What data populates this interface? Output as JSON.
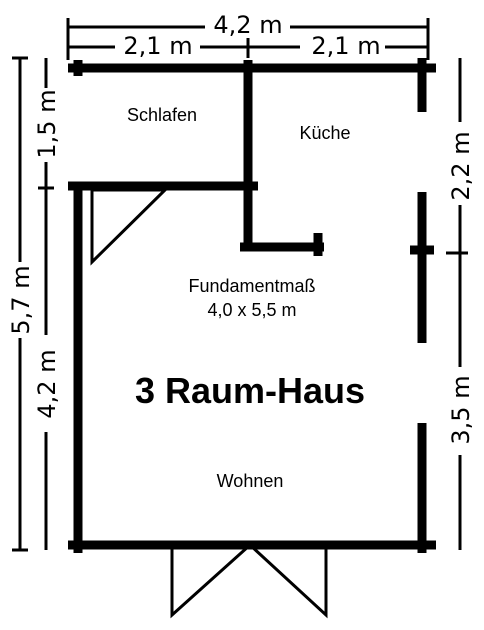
{
  "title": "3 Raum-Haus",
  "rooms": {
    "schlafen": "Schlafen",
    "kueche": "Küche",
    "wohnen": "Wohnen"
  },
  "foundation": {
    "label": "Fundamentmaß",
    "size": "4,0 x 5,5 m"
  },
  "dimensions": {
    "total_width": "4,2 m",
    "left_width": "2,1 m",
    "right_width": "2,1 m",
    "total_height": "5,7 m",
    "left_top": "1,5 m",
    "left_bottom": "4,2 m",
    "right_top": "2,2 m",
    "right_bottom": "3,5 m"
  }
}
